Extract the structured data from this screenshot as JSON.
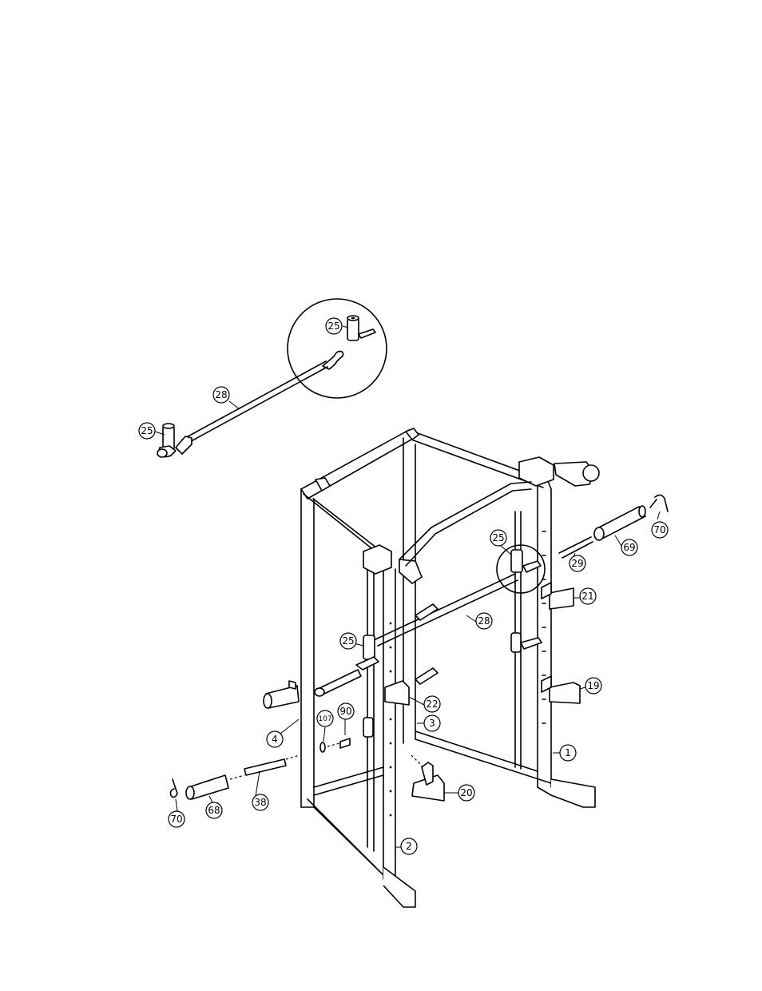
{
  "diagram": {
    "callouts": [
      {
        "id": "c-25-detail",
        "label": "25"
      },
      {
        "id": "c-28-top",
        "label": "28"
      },
      {
        "id": "c-25-left",
        "label": "25"
      },
      {
        "id": "c-70-right",
        "label": "70"
      },
      {
        "id": "c-69",
        "label": "69"
      },
      {
        "id": "c-25-right",
        "label": "25"
      },
      {
        "id": "c-29",
        "label": "29"
      },
      {
        "id": "c-21",
        "label": "21"
      },
      {
        "id": "c-28-mid",
        "label": "28"
      },
      {
        "id": "c-25-mid",
        "label": "25"
      },
      {
        "id": "c-19",
        "label": "19"
      },
      {
        "id": "c-22",
        "label": "22"
      },
      {
        "id": "c-90",
        "label": "90"
      },
      {
        "id": "c-107",
        "label": "107"
      },
      {
        "id": "c-3",
        "label": "3"
      },
      {
        "id": "c-4",
        "label": "4"
      },
      {
        "id": "c-1",
        "label": "1"
      },
      {
        "id": "c-38",
        "label": "38"
      },
      {
        "id": "c-20",
        "label": "20"
      },
      {
        "id": "c-70-left",
        "label": "70"
      },
      {
        "id": "c-68",
        "label": "68"
      },
      {
        "id": "c-2",
        "label": "2"
      }
    ]
  }
}
